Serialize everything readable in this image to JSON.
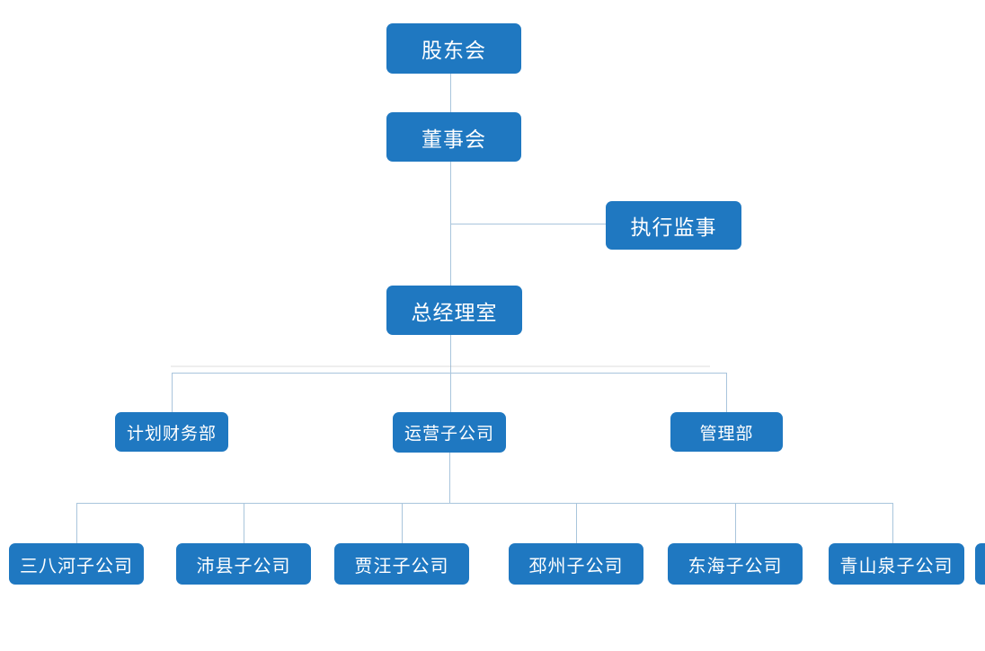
{
  "diagram": {
    "type": "org-chart",
    "root": {
      "label": "股东会"
    },
    "board": {
      "label": "董事会"
    },
    "supervisor": {
      "label": "执行监事"
    },
    "gm_office": {
      "label": "总经理室"
    },
    "departments": [
      {
        "label": "计划财务部"
      },
      {
        "label": "运营子公司"
      },
      {
        "label": "管理部"
      }
    ],
    "subsidiaries": [
      {
        "label": "三八河子公司"
      },
      {
        "label": "沛县子公司"
      },
      {
        "label": "贾汪子公司"
      },
      {
        "label": "邳州子公司"
      },
      {
        "label": "东海子公司"
      },
      {
        "label": "青山泉子公司"
      }
    ]
  },
  "colors": {
    "node_fill": "#1F78C1",
    "node_text": "#FFFFFF",
    "connector": "#A9C5DC",
    "background": "#FFFFFF"
  }
}
